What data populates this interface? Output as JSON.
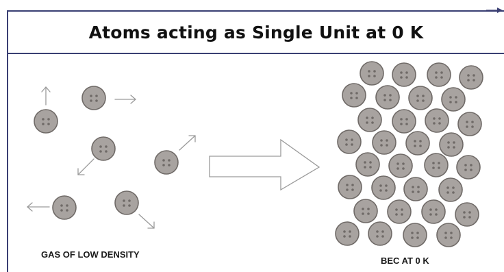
{
  "title": "Atoms acting as Single Unit at 0 K",
  "captions": {
    "gas": "GAS OF LOW DENSITY",
    "bec": "BEC AT 0 K"
  },
  "icons": [
    "up-arrow-icon",
    "right-arrow-icon",
    "down-left-arrow-icon",
    "up-right-arrow-icon",
    "left-arrow-icon",
    "down-right-arrow-icon",
    "big-right-arrow-icon"
  ],
  "colors": {
    "atom_fill": "#a8a3a0",
    "atom_stroke": "#6f6a67",
    "dot": "#6f6a67",
    "frame": "#3a3f73",
    "arrow": "#9a9a9a"
  }
}
